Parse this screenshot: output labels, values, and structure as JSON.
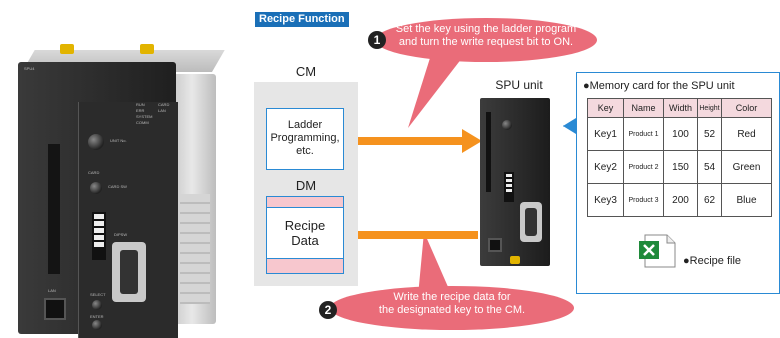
{
  "title": "Recipe Function",
  "device_labels": {
    "plc_top": "SPU4",
    "unit_no": "UNIT No.",
    "card": "CARD",
    "card_sw": "CARD SW",
    "dipsw": "DIPSW",
    "lan": "LAN",
    "select": "SELECT",
    "enter": "ENTER",
    "leds": [
      "RUN",
      "ERR",
      "SYSTEM"
    ],
    "leds2": [
      "CARD",
      "LAN"
    ],
    "comm": "COMM"
  },
  "callout_1": {
    "number": "1",
    "line1": "Set the key using the ladder program",
    "line2": "and turn the write request bit to ON."
  },
  "callout_2": {
    "number": "2",
    "line1": "Write the recipe data for",
    "line2": "the designated key to the CM."
  },
  "cm": {
    "label": "CM",
    "ladder_box": [
      "Ladder",
      "Programming,",
      "etc."
    ],
    "dm_label": "DM",
    "recipe_box": [
      "Recipe",
      "Data"
    ]
  },
  "spu_unit_label": "SPU unit",
  "memory_card": {
    "title": "●Memory card for the SPU unit",
    "columns": [
      "Key",
      "Name",
      "Width",
      "Height",
      "Color"
    ],
    "rows": [
      [
        "Key1",
        "Product 1",
        "100",
        "52",
        "Red"
      ],
      [
        "Key2",
        "Product 2",
        "150",
        "54",
        "Green"
      ],
      [
        "Key3",
        "Product 3",
        "200",
        "62",
        "Blue"
      ]
    ],
    "recipe_file_label": "●Recipe file"
  },
  "colors": {
    "accent_blue": "#1a6fb7",
    "callout_pink": "#ea6c79",
    "arrow_orange": "#f5921e",
    "frame_blue": "#2a8ad4",
    "excel_green": "#1f8a3a"
  }
}
